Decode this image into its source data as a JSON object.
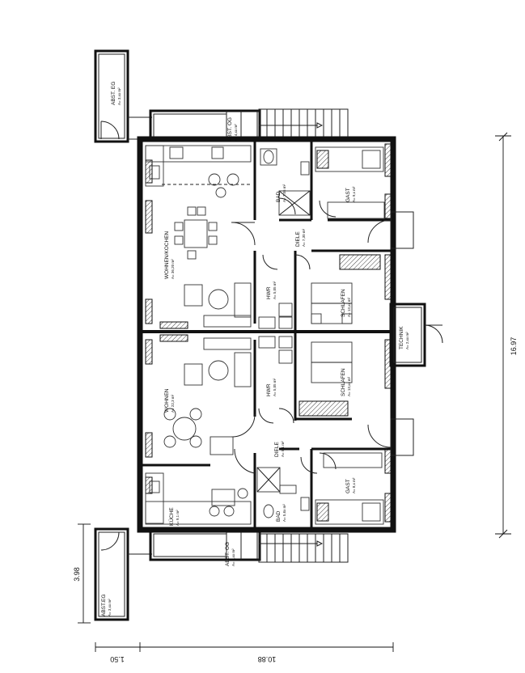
{
  "rooms": {
    "abst_eg_top": {
      "name": "ABST. EG",
      "area": "A= 3,xx m²"
    },
    "abst_og_top": {
      "name": "ABST. OG",
      "area": "A= 4,xx m²"
    },
    "wohnen_kochen": {
      "name": "WOHNEN/KOCHEN",
      "area": "A= 36,20 m²"
    },
    "bad_top": {
      "name": "BAD",
      "area": "A= 7,05 m²"
    },
    "gast_top": {
      "name": "GAST",
      "area": "A= 9,x m²"
    },
    "diele_top": {
      "name": "DIELE",
      "area": "A= 7,30 m²"
    },
    "hwr_top": {
      "name": "HWR",
      "area": "A= 5,05 m²"
    },
    "schlafen_top": {
      "name": "SCHLAFEN",
      "area": "A= 13,xx m²"
    },
    "technik": {
      "name": "TECHNIK",
      "area": "A= 2,xx m²"
    },
    "wohnen": {
      "name": "WOHNEN",
      "area": "A= 22,3 m²"
    },
    "hwr_bottom": {
      "name": "HWR",
      "area": "A= 5,05 m²"
    },
    "schlafen_bottom": {
      "name": "SCHLAFEN",
      "area": "A= 13,xx m²"
    },
    "diele_bottom": {
      "name": "DIELE",
      "area": "A= 8,1 m²"
    },
    "kueche": {
      "name": "KÜCHE",
      "area": "A= 9,1 m²"
    },
    "bad_bottom": {
      "name": "BAD",
      "area": "A= 5,6x m²"
    },
    "gast_bottom": {
      "name": "GAST",
      "area": "A= 8,x m²"
    },
    "abst_og_bottom": {
      "name": "ABST. OG",
      "area": "A= 4,xx m²"
    },
    "abst_eg_bottom": {
      "name": "ABST.EG",
      "area": "A= 3,xx m²"
    }
  },
  "dimensions": {
    "total_length": "16.97",
    "shed_depth": "3.98",
    "bottom_left": "1.50",
    "bottom_right": "10.88"
  }
}
